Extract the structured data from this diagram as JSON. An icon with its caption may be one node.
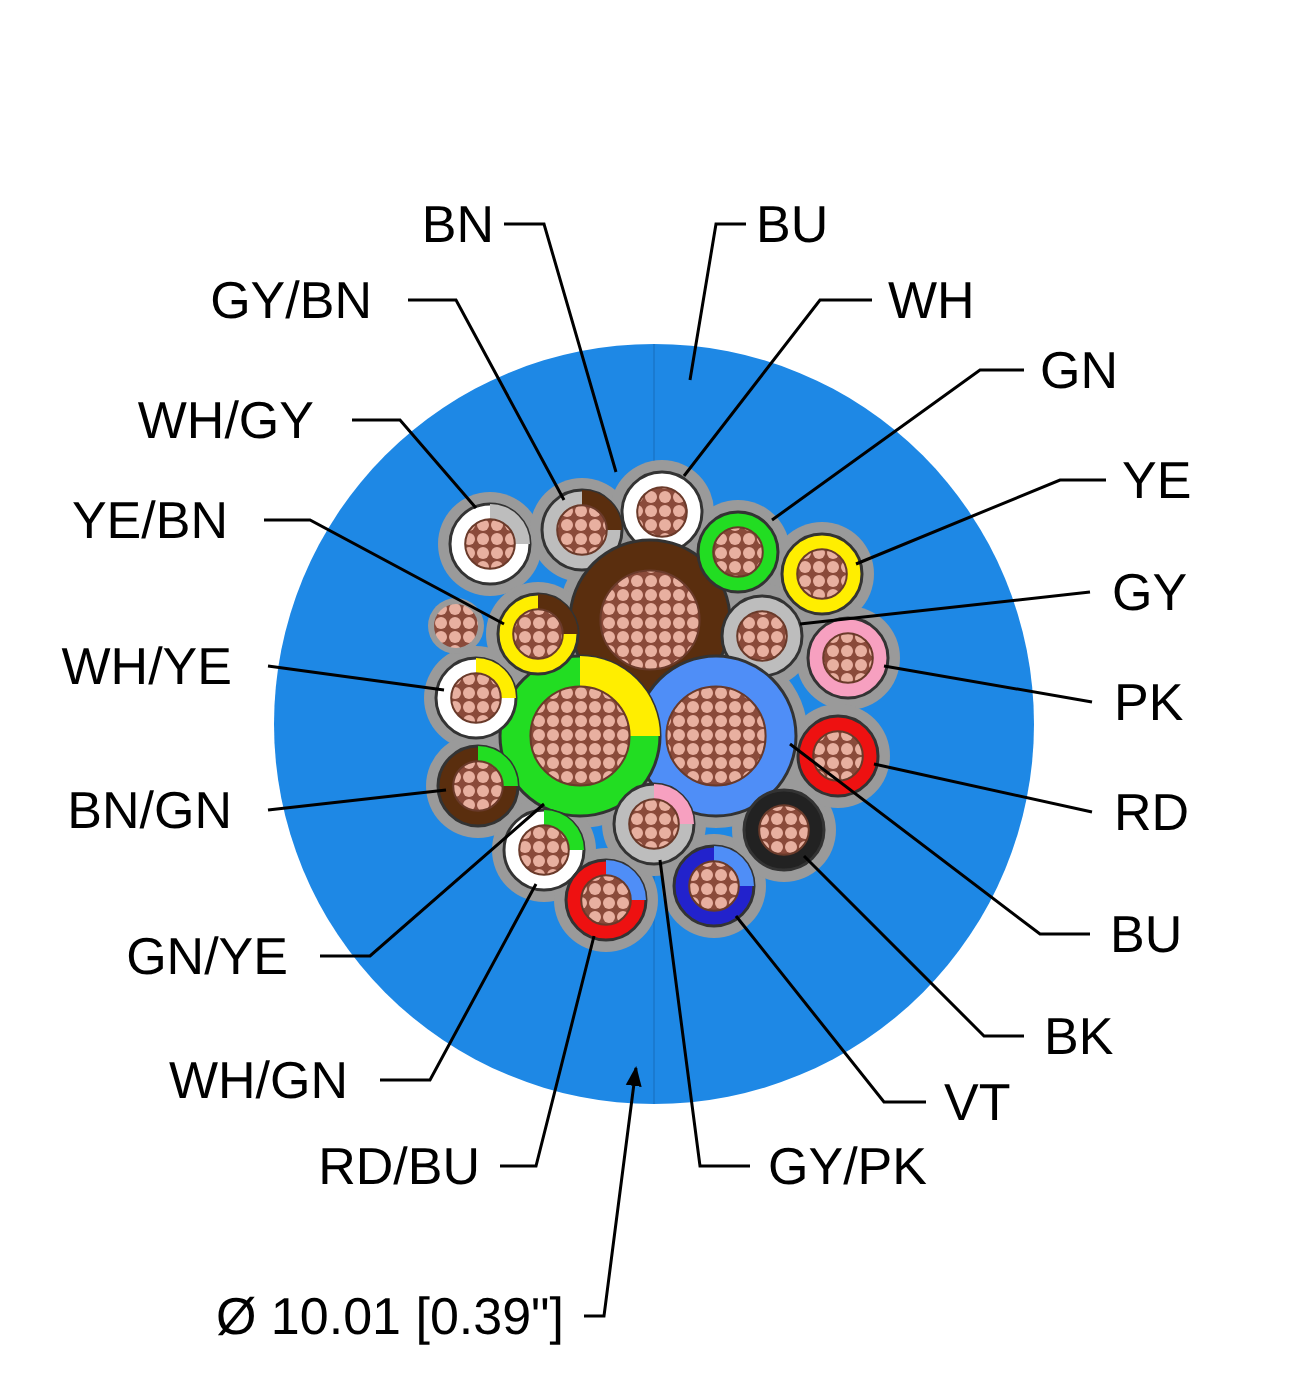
{
  "diagram": {
    "nodes": [
      {
        "text": [
          "BN"
        ]
      },
      {
        "text": [
          "BU"
        ]
      },
      {
        "text": [
          "GY/BN"
        ]
      },
      {
        "text": [
          "WH"
        ]
      },
      {
        "text": [
          "GN"
        ]
      },
      {
        "text": [
          "WH/GY"
        ]
      },
      {
        "text": [
          "YE"
        ]
      },
      {
        "text": [
          "YE/BN"
        ]
      },
      {
        "text": [
          "GY"
        ]
      },
      {
        "text": [
          "WH/YE"
        ]
      },
      {
        "text": [
          "PK"
        ]
      },
      {
        "text": [
          "BN/GN"
        ]
      },
      {
        "text": [
          "RD"
        ]
      },
      {
        "text": [
          "BU"
        ]
      },
      {
        "text": [
          "GN/YE"
        ]
      },
      {
        "text": [
          "BK"
        ]
      },
      {
        "text": [
          "WH/GN"
        ]
      },
      {
        "text": [
          "VT"
        ]
      },
      {
        "text": [
          "RD/BU"
        ]
      },
      {
        "text": [
          "GY/PK"
        ]
      },
      {
        "text": [
          "Ø 10.01 [0.39\"]"
        ]
      }
    ],
    "edges": [
      {
        "from": 0,
        "to": null,
        "arrow": "none"
      },
      {
        "from": 1,
        "to": null,
        "arrow": "none"
      },
      {
        "from": 2,
        "to": null,
        "arrow": "none"
      },
      {
        "from": 3,
        "to": null,
        "arrow": "none"
      },
      {
        "from": 4,
        "to": null,
        "arrow": "none"
      },
      {
        "from": 5,
        "to": null,
        "arrow": "none"
      },
      {
        "from": 6,
        "to": null,
        "arrow": "none"
      },
      {
        "from": 7,
        "to": null,
        "arrow": "none"
      },
      {
        "from": 8,
        "to": null,
        "arrow": "none"
      },
      {
        "from": 9,
        "to": null,
        "arrow": "none"
      },
      {
        "from": 10,
        "to": null,
        "arrow": "none"
      },
      {
        "from": 11,
        "to": null,
        "arrow": "none"
      },
      {
        "from": 12,
        "to": null,
        "arrow": "none"
      },
      {
        "from": 13,
        "to": null,
        "arrow": "none"
      },
      {
        "from": 14,
        "to": null,
        "arrow": "none"
      },
      {
        "from": 15,
        "to": null,
        "arrow": "none"
      },
      {
        "from": 16,
        "to": null,
        "arrow": "none"
      },
      {
        "from": 17,
        "to": null,
        "arrow": "none"
      },
      {
        "from": 18,
        "to": null,
        "arrow": "none"
      },
      {
        "from": 19,
        "to": null,
        "arrow": "none"
      },
      {
        "from": 20,
        "to": null,
        "arrow": "to"
      }
    ]
  }
}
